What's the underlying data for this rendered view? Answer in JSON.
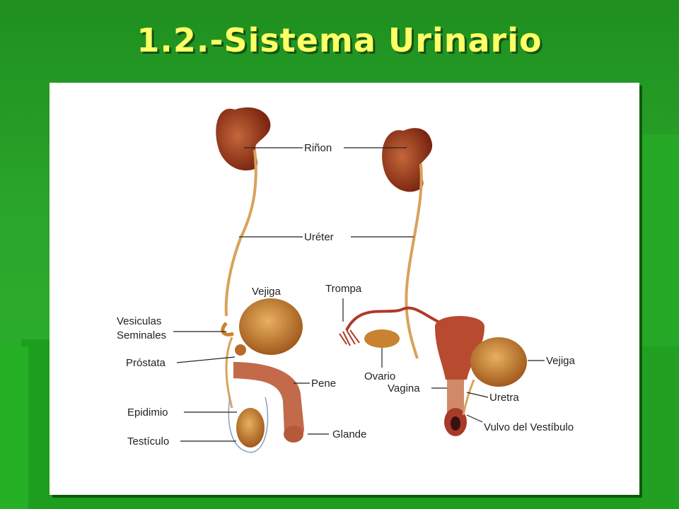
{
  "title": "1.2.-Sistema Urinario",
  "labels": {
    "rinon": "Riñon",
    "ureter": "Uréter",
    "vejiga_m": "Vejiga",
    "trompa": "Trompa",
    "vesiculas1": "Vesiculas",
    "vesiculas2": "Seminales",
    "prostata": "Próstata",
    "pene": "Pene",
    "ovario": "Ovario",
    "vagina": "Vagina",
    "vejiga_f": "Vejiga",
    "uretra": "Uretra",
    "epidimio": "Epidimio",
    "glande": "Glande",
    "testiculo": "Testículo",
    "vulvo": "Vulvo del Vestíbulo"
  },
  "colors": {
    "organ": "#8b2e1a",
    "organ_light": "#c4673a",
    "tube": "#d9a25a",
    "vessel": "#b0392a",
    "bladder": "#c9822f"
  }
}
